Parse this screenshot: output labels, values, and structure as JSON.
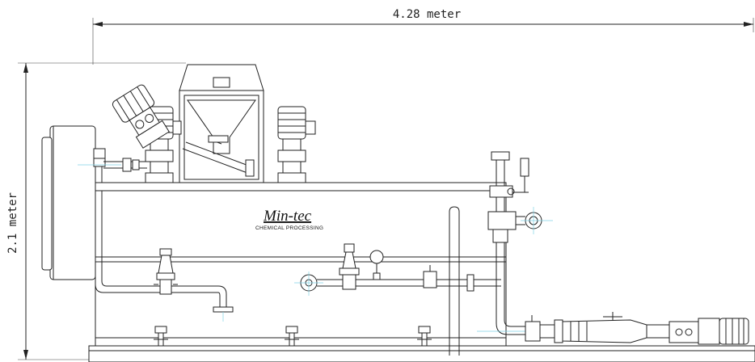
{
  "dimensions": {
    "width_label": "4.28 meter",
    "height_label": "2.1 meter"
  },
  "tank": {
    "brand": "Min-tec",
    "brand_sub": "CHEMICAL PROCESSING"
  }
}
